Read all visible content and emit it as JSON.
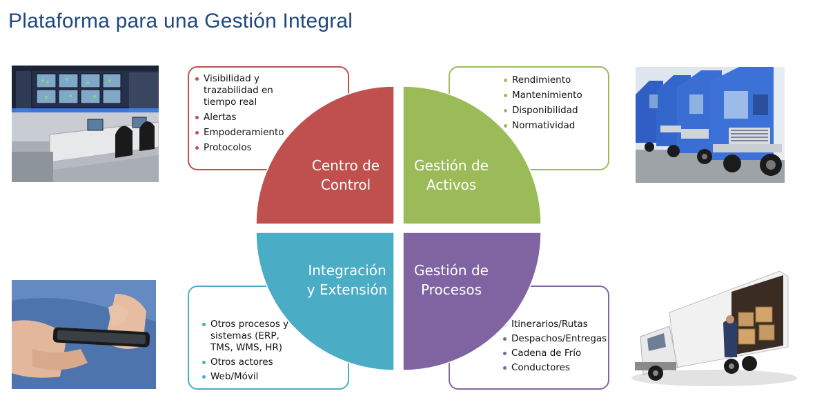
{
  "title": "Plataforma para una Gestión Integral",
  "colors": {
    "title": "#1F497D",
    "centro": "#C0504D",
    "activos": "#9BBB59",
    "integracion": "#4BACC6",
    "procesos": "#8064A2"
  },
  "quadrants": {
    "centro": {
      "label_line1": "Centro de",
      "label_line2": "Control",
      "items": [
        "Visibilidad y trazabilidad en tiempo real",
        "Alertas",
        "Empoderamiento",
        "Protocolos"
      ]
    },
    "activos": {
      "label_line1": "Gestión de",
      "label_line2": "Activos",
      "items": [
        "Rendimiento",
        "Mantenimiento",
        "Disponibilidad",
        "Normatividad"
      ]
    },
    "integracion": {
      "label_line1": "Integración",
      "label_line2": "y Extensión",
      "items": [
        "Otros procesos y sistemas (ERP, TMS, WMS, HR)",
        "Otros actores",
        "Web/Móvil"
      ]
    },
    "procesos": {
      "label_line1": "Gestión de",
      "label_line2": "Procesos",
      "items": [
        "Itinerarios/Rutas",
        "Despachos/Entregas",
        "Cadena de Frío",
        "Conductores"
      ]
    }
  }
}
